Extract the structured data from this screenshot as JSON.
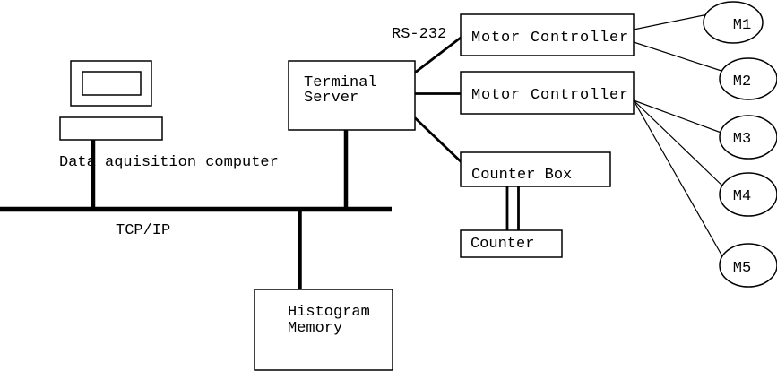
{
  "diagram": {
    "colors": {
      "line": "#000000",
      "background": "#ffffff"
    },
    "labels": {
      "computer_caption": "Data aquisition computer",
      "bus": "TCP/IP",
      "serial": "RS-232"
    },
    "nodes": {
      "terminal_server": {
        "line1": "Terminal",
        "line2": "Server"
      },
      "motor_controller_1": {
        "label": "Motor Controller"
      },
      "motor_controller_2": {
        "label": "Motor Controller"
      },
      "counter_box": {
        "label": "Counter Box"
      },
      "counter": {
        "label": "Counter"
      },
      "histogram_memory": {
        "line1": "Histogram",
        "line2": "Memory"
      }
    },
    "motors": [
      {
        "label": "M1"
      },
      {
        "label": "M2"
      },
      {
        "label": "M3"
      },
      {
        "label": "M4"
      },
      {
        "label": "M5"
      }
    ]
  }
}
